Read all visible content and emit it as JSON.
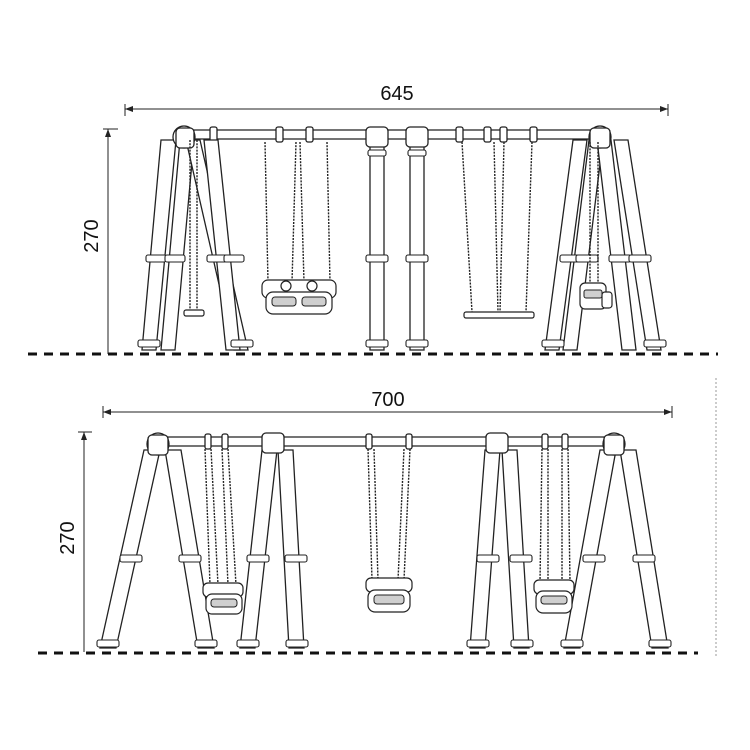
{
  "top_view": {
    "width_label": "645",
    "height_label": "270"
  },
  "bottom_view": {
    "width_label": "700",
    "height_label": "270"
  },
  "colors": {
    "line": "#222222",
    "background": "#ffffff"
  }
}
